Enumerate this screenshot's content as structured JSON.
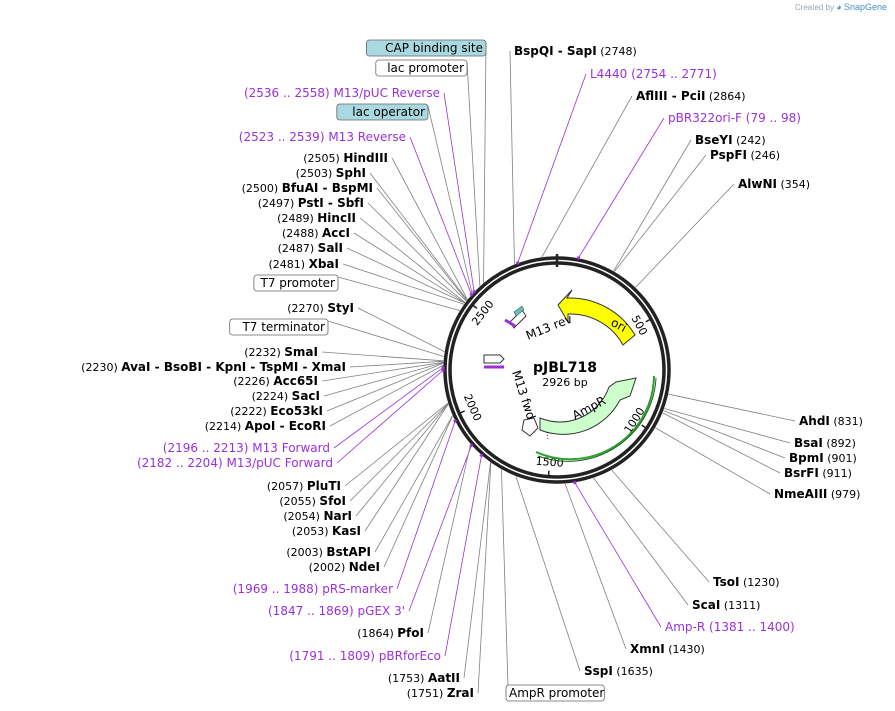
{
  "watermark": {
    "created_by": "Created by",
    "brand": "SnapGene"
  },
  "plasmid": {
    "name": "pJBL718",
    "size_label": "2926 bp"
  },
  "ticks": [
    {
      "label": "500",
      "bp": 500
    },
    {
      "label": "1000",
      "bp": 1000
    },
    {
      "label": "1500",
      "bp": 1500
    },
    {
      "label": "2000",
      "bp": 2000
    },
    {
      "label": "2500",
      "bp": 2500
    }
  ],
  "features": [
    {
      "name": "ori",
      "color": "#ffff00"
    },
    {
      "name": "AmpR",
      "color": "#ccffcc"
    },
    {
      "name": "M13 rev",
      "color": "#ffffff"
    },
    {
      "name": "M13 fwd",
      "color": "#ffffff"
    }
  ],
  "labels_right": [
    {
      "name": "BspQI",
      "suffix": "SapI",
      "pos": "(2748)"
    },
    {
      "primer": "L4440",
      "range": "(2754 .. 2771)"
    },
    {
      "name": "AflIII",
      "suffix": "PciI",
      "pos": "(2864)"
    },
    {
      "primer": "pBR322ori-F",
      "range": "(79 .. 98)"
    },
    {
      "name": "BseYI",
      "pos": "(242)"
    },
    {
      "name": "PspFI",
      "pos": "(246)"
    },
    {
      "name": "AlwNI",
      "pos": "(354)"
    },
    {
      "name": "AhdI",
      "pos": "(831)"
    },
    {
      "name": "BsaI",
      "pos": "(892)"
    },
    {
      "name": "BpmI",
      "pos": "(901)"
    },
    {
      "name": "BsrFI",
      "pos": "(911)"
    },
    {
      "name": "NmeAIII",
      "pos": "(979)"
    },
    {
      "name": "TsoI",
      "pos": "(1230)"
    },
    {
      "name": "ScaI",
      "pos": "(1311)"
    },
    {
      "primer": "Amp-R",
      "range": "(1381 .. 1400)"
    },
    {
      "name": "XmnI",
      "pos": "(1430)"
    },
    {
      "name": "SspI",
      "pos": "(1635)"
    }
  ],
  "labels_left": [
    {
      "boxed": "CAP binding site",
      "fill": "#a8d8e0"
    },
    {
      "boxed": "lac promoter",
      "fill": "#ffffff"
    },
    {
      "primer": "M13/pUC Reverse",
      "range": "(2536 .. 2558)"
    },
    {
      "boxed": "lac operator",
      "fill": "#a8d8e0"
    },
    {
      "primer": "M13 Reverse",
      "range": "(2523 .. 2539)"
    },
    {
      "pos": "(2505)",
      "name": "HindIII"
    },
    {
      "pos": "(2503)",
      "name": "SphI"
    },
    {
      "pos": "(2500)",
      "name": "BfuAI",
      "suffix": "BspMI"
    },
    {
      "pos": "(2497)",
      "name": "PstI",
      "suffix": "SbfI"
    },
    {
      "pos": "(2489)",
      "name": "HincII"
    },
    {
      "pos": "(2488)",
      "name": "AccI"
    },
    {
      "pos": "(2487)",
      "name": "SalI"
    },
    {
      "pos": "(2481)",
      "name": "XbaI"
    },
    {
      "boxed": "T7 promoter",
      "fill": "#ffffff"
    },
    {
      "pos": "(2270)",
      "name": "StyI"
    },
    {
      "boxed": "T7 terminator",
      "fill": "#ffffff"
    },
    {
      "pos": "(2232)",
      "name": "SmaI"
    },
    {
      "pos": "(2230)",
      "name": "AvaI",
      "suffix": "BsoBI",
      "suffix2": "KpnI",
      "suffix3": "TspMI",
      "suffix4": "XmaI"
    },
    {
      "pos": "(2226)",
      "name": "Acc65I"
    },
    {
      "pos": "(2224)",
      "name": "SacI"
    },
    {
      "pos": "(2222)",
      "name": "Eco53kI"
    },
    {
      "pos": "(2214)",
      "name": "ApoI",
      "suffix": "EcoRI"
    },
    {
      "primer": "M13 Forward",
      "range": "(2196 .. 2213)"
    },
    {
      "primer": "M13/pUC Forward",
      "range": "(2182 .. 2204)"
    },
    {
      "pos": "(2057)",
      "name": "PluTI"
    },
    {
      "pos": "(2055)",
      "name": "SfoI"
    },
    {
      "pos": "(2054)",
      "name": "NarI"
    },
    {
      "pos": "(2053)",
      "name": "KasI"
    },
    {
      "pos": "(2003)",
      "name": "BstAPI"
    },
    {
      "pos": "(2002)",
      "name": "NdeI"
    },
    {
      "primer": "pRS-marker",
      "range": "(1969 .. 1988)"
    },
    {
      "primer": "pGEX 3'",
      "range": "(1847 .. 1869)"
    },
    {
      "pos": "(1864)",
      "name": "PfoI"
    },
    {
      "primer": "pBRforEco",
      "range": "(1791 .. 1809)"
    },
    {
      "pos": "(1753)",
      "name": "AatII"
    },
    {
      "pos": "(1751)",
      "name": "ZraI"
    },
    {
      "boxed": "AmpR promoter",
      "fill": "#ffffff"
    }
  ],
  "colors": {
    "primer": "#9b30d9",
    "leader": "#808080",
    "ring": "#222222"
  }
}
